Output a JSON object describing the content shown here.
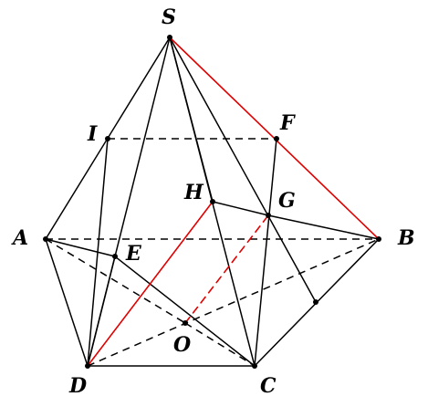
{
  "colors": {
    "line": "#000000",
    "highlight": "#e00000",
    "background": "#ffffff"
  },
  "points": {
    "S": "S",
    "I": "I",
    "F": "F",
    "H": "H",
    "G": "G",
    "A": "A",
    "E": "E",
    "B": "B",
    "O": "O",
    "D": "D",
    "C": "C"
  }
}
